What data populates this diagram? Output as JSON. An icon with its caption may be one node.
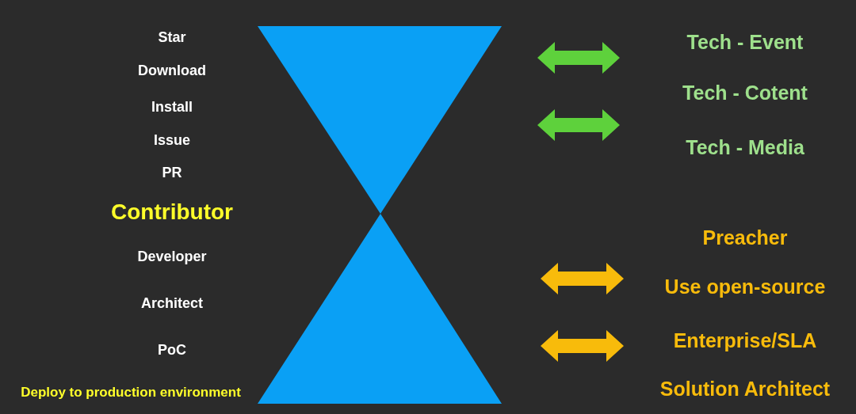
{
  "diagram": {
    "labels": [
      "Star",
      "Download",
      "Install",
      "Issue",
      "PR",
      "Contributor",
      "Developer",
      "Architect",
      "PoC",
      "Deploy to production environment",
      "Tech - Event",
      "Tech - Cotent",
      "Tech - Media",
      "Preacher",
      "Use open-source",
      "Enterprise/SLA",
      "Solution Architect"
    ]
  }
}
